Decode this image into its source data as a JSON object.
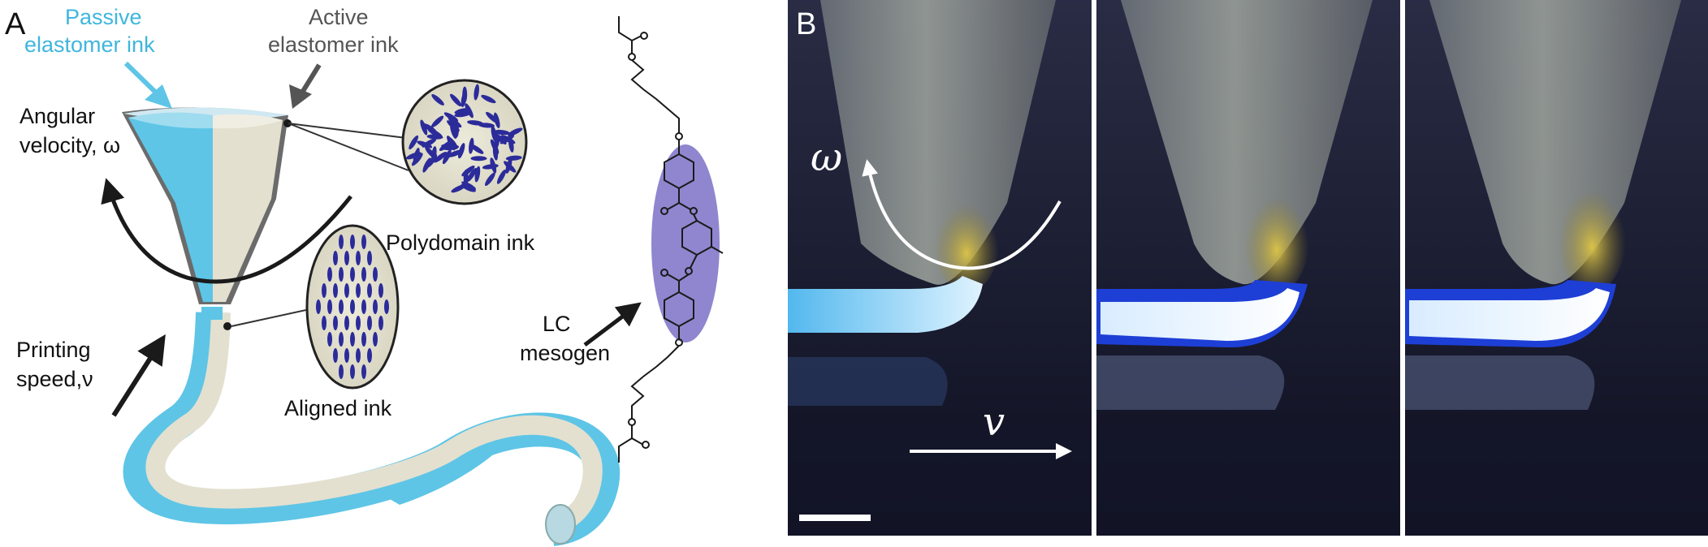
{
  "panel_a": {
    "letter": "A",
    "passive_ink_line1": "Passive",
    "passive_ink_line2": "elastomer ink",
    "active_ink_line1": "Active",
    "active_ink_line2": "elastomer ink",
    "angular_line1": "Angular",
    "angular_line2": "velocity, ω",
    "polydomain_label": "Polydomain ink",
    "aligned_label": "Aligned ink",
    "printing_line1": "Printing",
    "printing_line2": "speed,ν",
    "lc_line1": "LC",
    "lc_line2": "mesogen",
    "colors": {
      "passive": "#5ec5e6",
      "passive_label": "#3fb6dd",
      "active": "#e3e0d0",
      "shell": "#6b6b6b",
      "mesogen": "#2b2b9a",
      "lc_ellipse": "#8f86cf"
    }
  },
  "panel_b": {
    "letter": "B",
    "omega_label": "ω",
    "v_label": "v",
    "frames": [
      "frame-1",
      "frame-2",
      "frame-3"
    ]
  }
}
